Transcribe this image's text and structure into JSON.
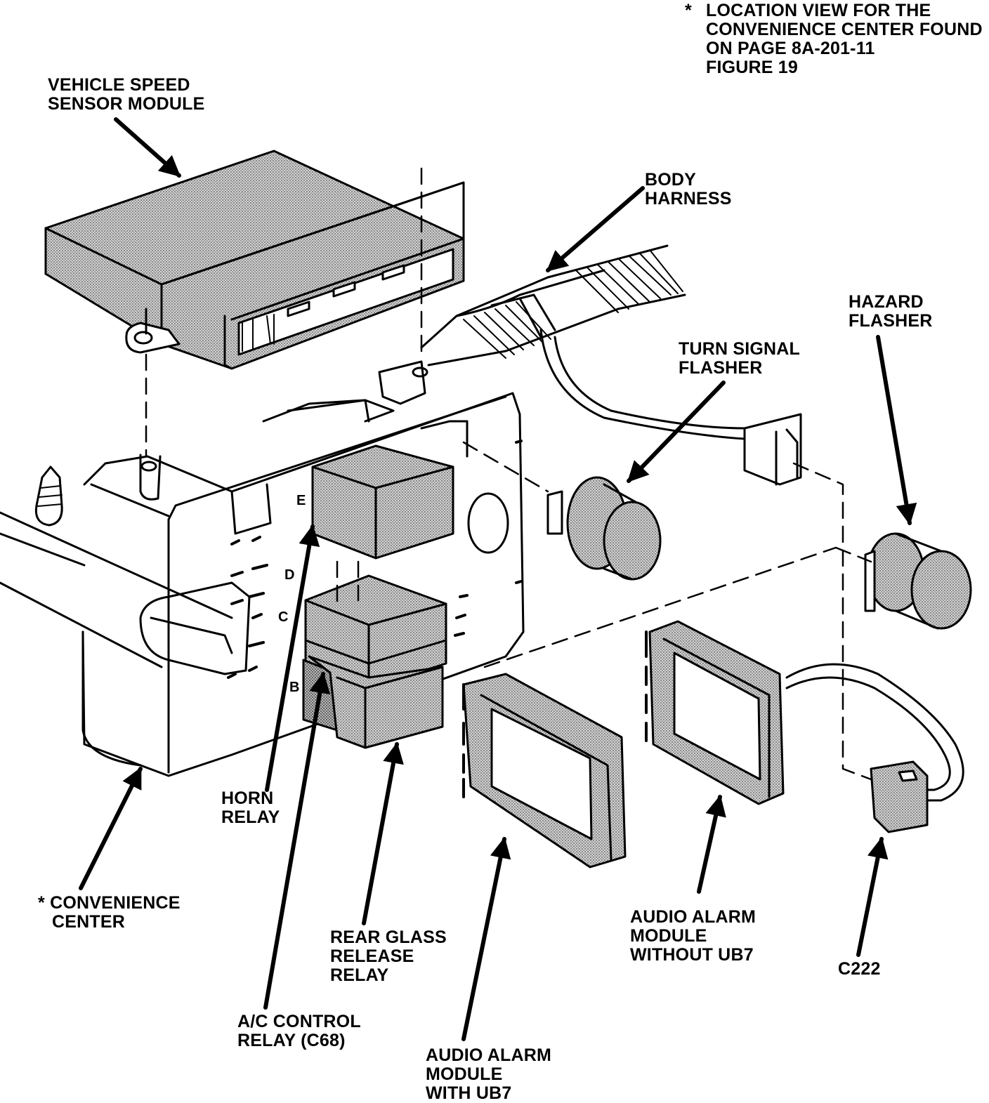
{
  "note": {
    "marker": "*",
    "lines": [
      "LOCATION VIEW FOR THE",
      "CONVENIENCE CENTER FOUND",
      "ON PAGE 8A-201-11",
      "FIGURE 19"
    ]
  },
  "labels": {
    "vehicle_speed_sensor_module": [
      "VEHICLE SPEED",
      "SENSOR MODULE"
    ],
    "body_harness": [
      "BODY",
      "HARNESS"
    ],
    "hazard_flasher": [
      "HAZARD",
      "FLASHER"
    ],
    "turn_signal_flasher": [
      "TURN SIGNAL",
      "FLASHER"
    ],
    "horn_relay": [
      "HORN",
      "RELAY"
    ],
    "convenience_center": [
      "* CONVENIENCE",
      "CENTER"
    ],
    "rear_glass_release_relay": [
      "REAR GLASS",
      "RELEASE",
      "RELAY"
    ],
    "audio_alarm_module_without_ub7": [
      "AUDIO ALARM",
      "MODULE",
      "WITHOUT UB7"
    ],
    "c222": [
      "C222"
    ],
    "ac_control_relay": [
      "A/C CONTROL",
      "RELAY (C68)"
    ],
    "audio_alarm_module_with_ub7": [
      "AUDIO ALARM",
      "MODULE",
      "WITH UB7"
    ]
  },
  "slot_letters": {
    "e": "E",
    "d": "D",
    "c": "C",
    "b": "B"
  }
}
